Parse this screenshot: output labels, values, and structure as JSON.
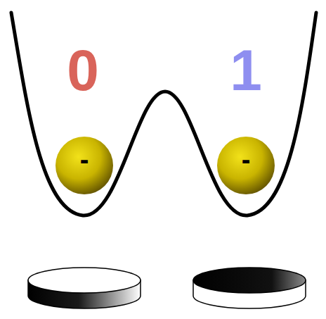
{
  "diagram": {
    "nodes": [
      {
        "text": [
          "-"
        ]
      },
      {
        "text": [
          "-"
        ]
      }
    ],
    "labels": [
      "0",
      "1"
    ]
  }
}
